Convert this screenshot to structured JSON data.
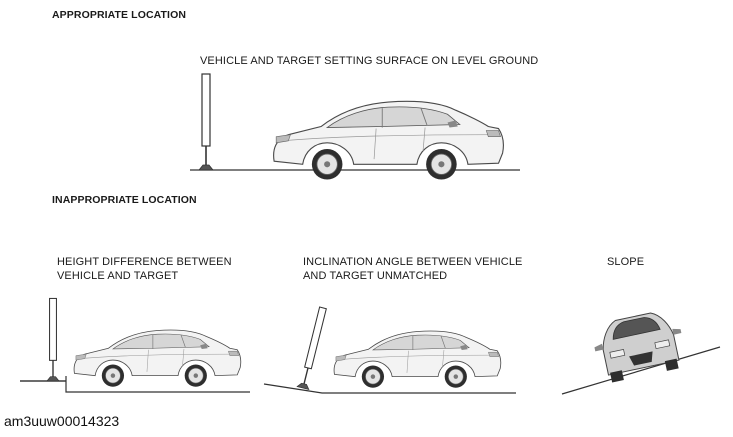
{
  "sections": {
    "appropriate": {
      "heading": "APPROPRIATE LOCATION",
      "caption": "VEHICLE AND TARGET SETTING SURFACE ON LEVEL GROUND"
    },
    "inappropriate": {
      "heading": "INAPPROPRIATE LOCATION",
      "cases": [
        {
          "line1": "HEIGHT DIFFERENCE BETWEEN",
          "line2": "VEHICLE AND TARGET"
        },
        {
          "line1": "INCLINATION ANGLE BETWEEN VEHICLE",
          "line2": "AND TARGET UNMATCHED"
        },
        {
          "line1": "SLOPE",
          "line2": ""
        }
      ]
    }
  },
  "figure_code": "am3uuw00014323"
}
